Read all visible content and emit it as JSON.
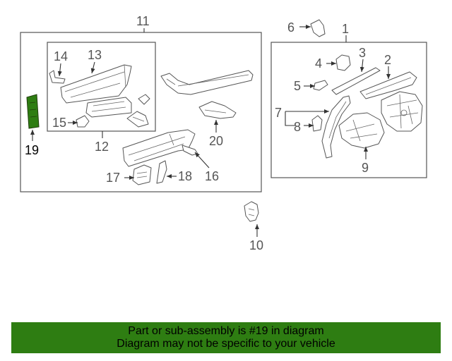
{
  "diagram": {
    "callouts": {
      "c1": "1",
      "c2": "2",
      "c3": "3",
      "c4": "4",
      "c5": "5",
      "c6": "6",
      "c7": "7",
      "c8": "8",
      "c9": "9",
      "c10": "10",
      "c11": "11",
      "c12": "12",
      "c13": "13",
      "c14": "14",
      "c15": "15",
      "c16": "16",
      "c17": "17",
      "c18": "18",
      "c19": "19",
      "c20": "20"
    },
    "highlighted_part": "19",
    "highlight_color": "#2e7d12",
    "banner_color": "#2e7d12"
  },
  "footer": {
    "line1": "Part or sub-assembly is #19 in diagram",
    "line2": "Diagram may not be specific to your vehicle"
  }
}
